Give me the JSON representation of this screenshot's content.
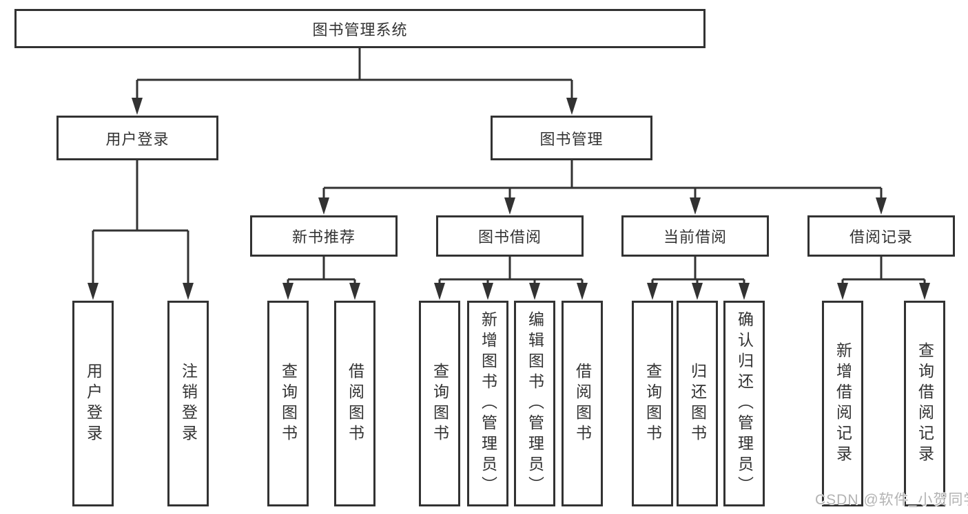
{
  "diagram": {
    "root": {
      "label": "图书管理系统"
    },
    "branches": [
      {
        "label": "用户登录",
        "children": [
          {
            "label": "用户登录"
          },
          {
            "label": "注销登录"
          }
        ]
      },
      {
        "label": "图书管理",
        "children": [
          {
            "label": "新书推荐",
            "children": [
              {
                "label": "查询图书"
              },
              {
                "label": "借阅图书"
              }
            ]
          },
          {
            "label": "图书借阅",
            "children": [
              {
                "label": "查询图书"
              },
              {
                "label": "新增图书（管理员）"
              },
              {
                "label": "编辑图书（管理员）"
              },
              {
                "label": "借阅图书"
              }
            ]
          },
          {
            "label": "当前借阅",
            "children": [
              {
                "label": "查询图书"
              },
              {
                "label": "归还图书"
              },
              {
                "label": "确认归还（管理员）"
              }
            ]
          },
          {
            "label": "借阅记录",
            "children": [
              {
                "label": "新增借阅记录"
              },
              {
                "label": "查询借阅记录"
              }
            ]
          }
        ]
      }
    ],
    "watermark": "CSDN @软件_小贺同学",
    "colors": {
      "line": "#323232",
      "text": "#333333",
      "background": "#ffffff",
      "watermark": "#b3b3b3"
    }
  }
}
